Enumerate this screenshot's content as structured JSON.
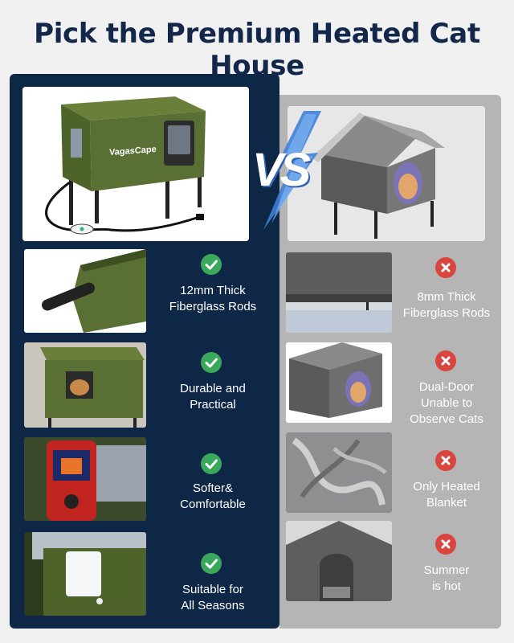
{
  "title": "Pick the Premium Heated Cat House",
  "brand_label": "VagasCape",
  "vs_label": "VS",
  "colors": {
    "panel_dark": "#0e2746",
    "panel_gray": "#b5b5b5",
    "check_green": "#39a85b",
    "cross_red": "#d9453f",
    "product_green": "#5a6f33"
  },
  "ours": {
    "features": [
      {
        "line1": "12mm Thick",
        "line2": "Fiberglass Rods",
        "icon": "check-icon"
      },
      {
        "line1": "Durable and",
        "line2": "Practical",
        "icon": "check-icon"
      },
      {
        "line1": "Softer&",
        "line2": "Comfortable",
        "icon": "check-icon"
      },
      {
        "line1": "Suitable for",
        "line2": "All Seasons",
        "icon": "check-icon"
      }
    ]
  },
  "theirs": {
    "features": [
      {
        "line1": "8mm Thick",
        "line2": "Fiberglass Rods",
        "line3": "",
        "icon": "cross-icon"
      },
      {
        "line1": "Dual-Door",
        "line2": "Unable to",
        "line3": "Observe Cats",
        "icon": "cross-icon"
      },
      {
        "line1": "Only Heated",
        "line2": "Blanket",
        "line3": "",
        "icon": "cross-icon"
      },
      {
        "line1": "Summer",
        "line2": "is hot",
        "line3": "",
        "icon": "cross-icon"
      }
    ]
  }
}
